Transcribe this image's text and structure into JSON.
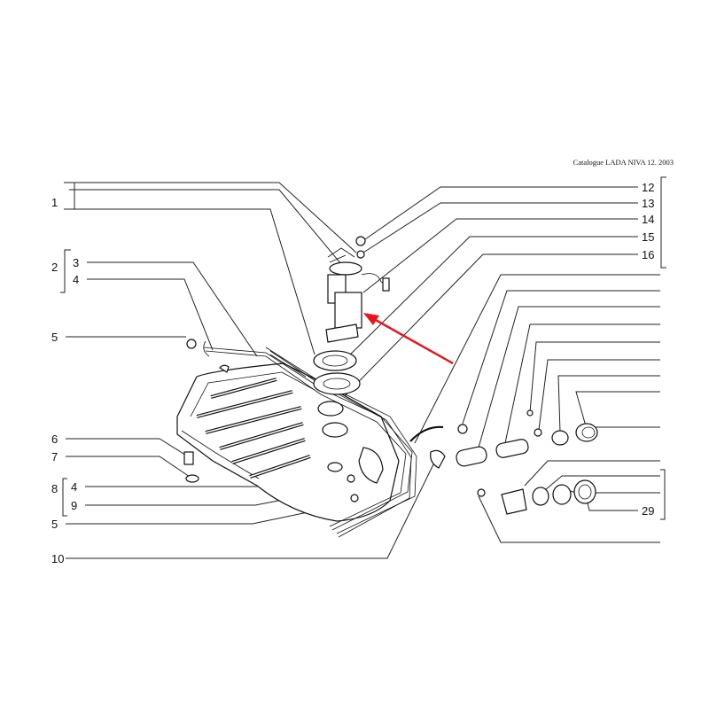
{
  "caption": "Catalogue LADA NIVA 12. 2003",
  "labels": {
    "l1": "1",
    "l2": "2",
    "l3": "3",
    "l4a": "4",
    "l5a": "5",
    "l6": "6",
    "l7": "7",
    "l8": "8",
    "l4b": "4",
    "l9": "9",
    "l5b": "5",
    "l10": "10",
    "r12": "12",
    "r13": "13",
    "r14": "14",
    "r15": "15",
    "r16": "16",
    "r29": "29"
  },
  "colors": {
    "arrow": "#e8141c",
    "ink": "#111111"
  },
  "icons": [
    "red-arrow-indicator"
  ]
}
